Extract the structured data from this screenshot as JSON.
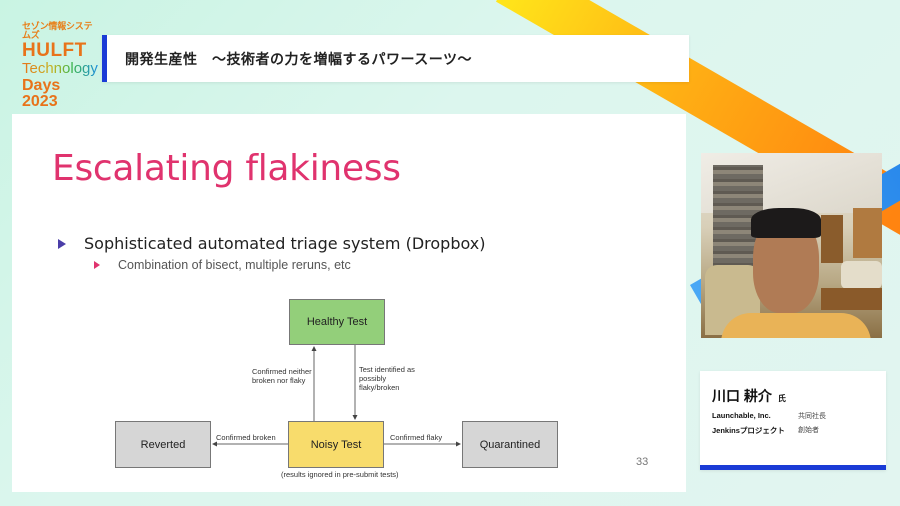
{
  "event_logo": {
    "kana": "セゾン情報システムズ",
    "brand": "HULFT",
    "line2": "Technology",
    "line3": "Days 2023"
  },
  "header": {
    "title": "開発生産性　〜技術者の力を増幅するパワースーツ〜"
  },
  "slide": {
    "title": "Escalating flakiness",
    "bullets": [
      {
        "text": "Sophisticated automated triage system (Dropbox)",
        "level": 1
      },
      {
        "text": "Combination of bisect, multiple reruns, etc",
        "level": 2
      }
    ],
    "page_number": "33",
    "diagram": {
      "nodes": {
        "healthy": "Healthy Test",
        "reverted": "Reverted",
        "noisy": "Noisy Test",
        "quarantined": "Quarantined"
      },
      "edges": {
        "noisy_to_healthy": "Confirmed neither broken nor flaky",
        "healthy_to_noisy": "Test identified as possibly flaky/broken",
        "noisy_to_reverted": "Confirmed broken",
        "noisy_to_quarantined": "Confirmed flaky"
      },
      "note": "(results ignored in pre-submit tests)"
    },
    "colors": {
      "title": "#e0336e",
      "healthy": "#93cf7a",
      "noisy": "#f8dc6c",
      "gray": "#d6d6d6"
    }
  },
  "speaker": {
    "name": "川口 耕介",
    "honorific": "氏",
    "affiliations": [
      {
        "org": "Launchable, Inc.",
        "role": "共同社長"
      },
      {
        "org": "Jenkinsプロジェクト",
        "role": "創始者"
      }
    ]
  }
}
